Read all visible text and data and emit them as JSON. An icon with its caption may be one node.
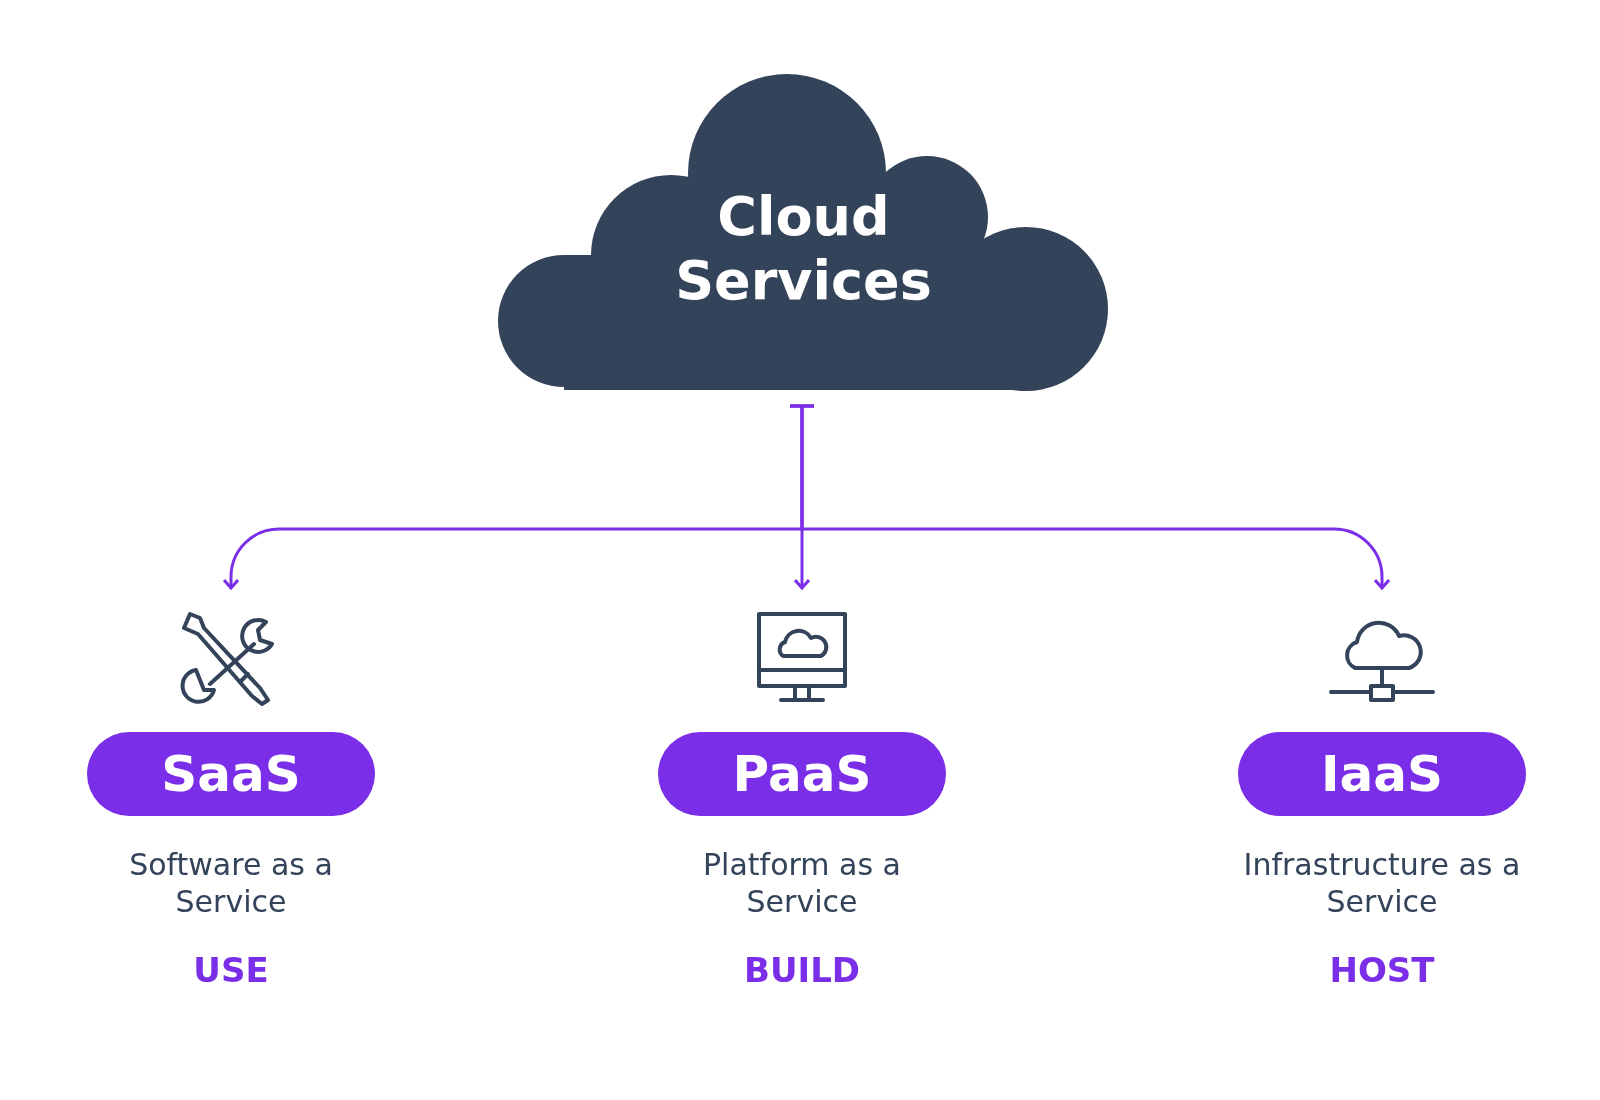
{
  "diagram": {
    "nodes": [
      {
        "text": [
          "Cloud Services"
        ]
      },
      {
        "text": [
          "SaaS"
        ],
        "beside": [
          "Software as a Service",
          "USE"
        ]
      },
      {
        "text": [
          "PaaS"
        ],
        "beside": [
          "Platform as a Service",
          "BUILD"
        ]
      },
      {
        "text": [
          "IaaS"
        ],
        "beside": [
          "Infrastructure as a Service",
          "HOST"
        ]
      }
    ],
    "edges": [
      {
        "from": 0,
        "to": 1,
        "arrow": "to"
      },
      {
        "from": 0,
        "to": 2,
        "arrow": "to"
      },
      {
        "from": 0,
        "to": 3,
        "arrow": "to"
      }
    ]
  }
}
